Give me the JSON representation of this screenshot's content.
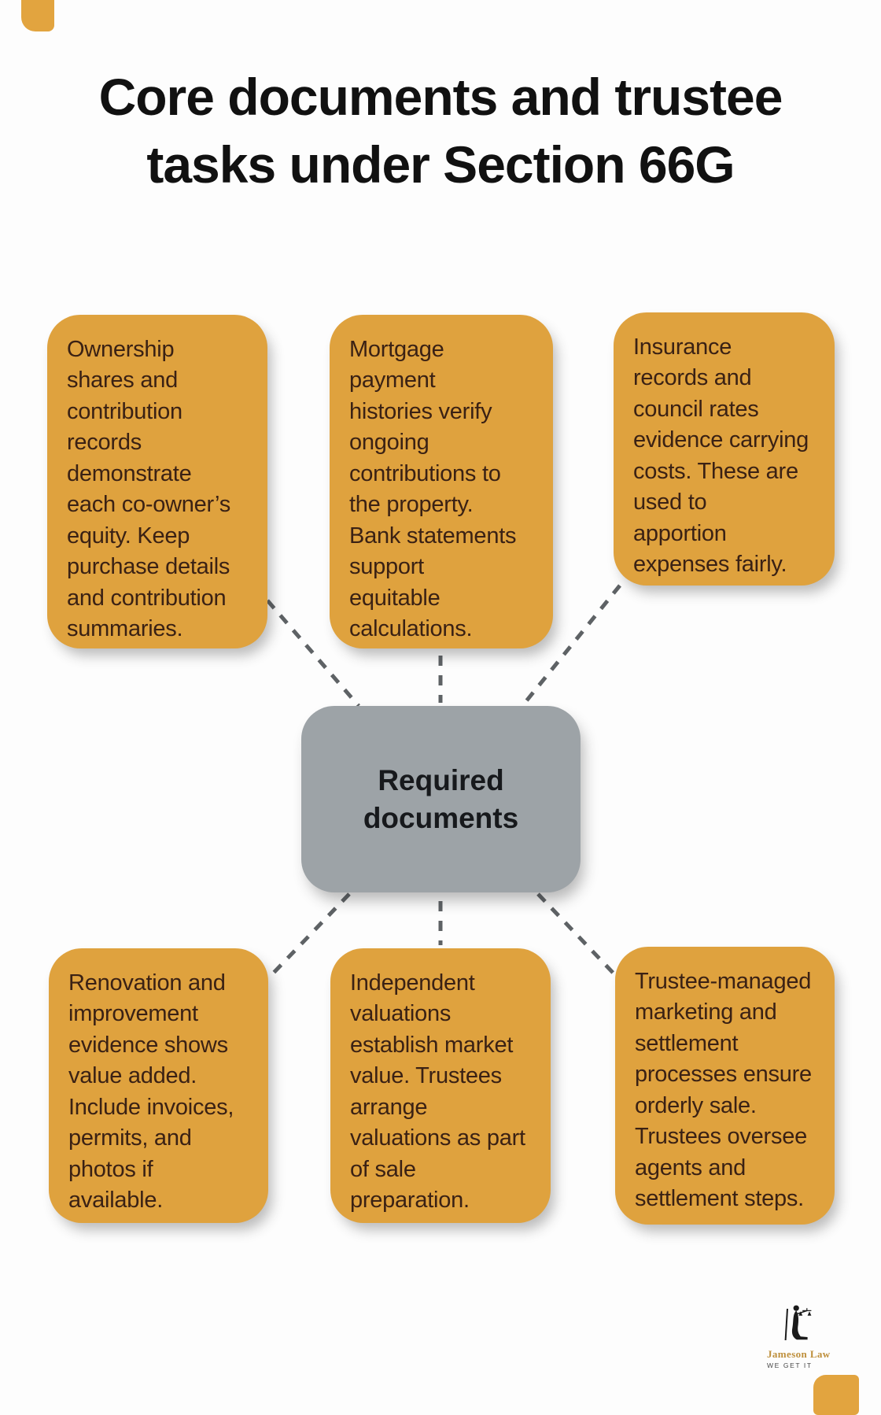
{
  "title": "Core documents and trustee\ntasks under Section 66G",
  "center": {
    "label": "Required\ndocuments"
  },
  "cards": {
    "top_left": "Ownership\nshares and\ncontribution\nrecords\ndemonstrate\neach co-owner’s\nequity. Keep\npurchase details\nand contribution\nsummaries.",
    "top_middle": "Mortgage\npayment\nhistories verify\nongoing\ncontributions to\nthe property.\nBank statements\nsupport\nequitable\ncalculations.",
    "top_right": "Insurance\nrecords and\ncouncil rates\nevidence carrying\ncosts. These are\nused to\napportion\nexpenses fairly.",
    "bottom_left": "Renovation and\nimprovement\nevidence shows\nvalue added.\nInclude invoices,\npermits, and\nphotos if\navailable.",
    "bottom_middle": "Independent\nvaluations\nestablish market\nvalue. Trustees\narrange\nvaluations as part\nof sale\npreparation.",
    "bottom_right": "Trustee-managed\nmarketing and\nsettlement\nprocesses ensure\norderly sale.\nTrustees oversee\nagents and\nsettlement steps."
  },
  "logo": {
    "name": "Jameson Law",
    "tagline": "WE GET IT"
  },
  "colors": {
    "card_orange": "#DFA23E",
    "card_text": "#3A2114",
    "center_gray": "#9DA3A7",
    "center_text": "#17191C",
    "connector_gray": "#5E6265",
    "title_black": "#111111",
    "logo_gold": "#BE8F3B",
    "accent_orange": "#E2A43F"
  }
}
